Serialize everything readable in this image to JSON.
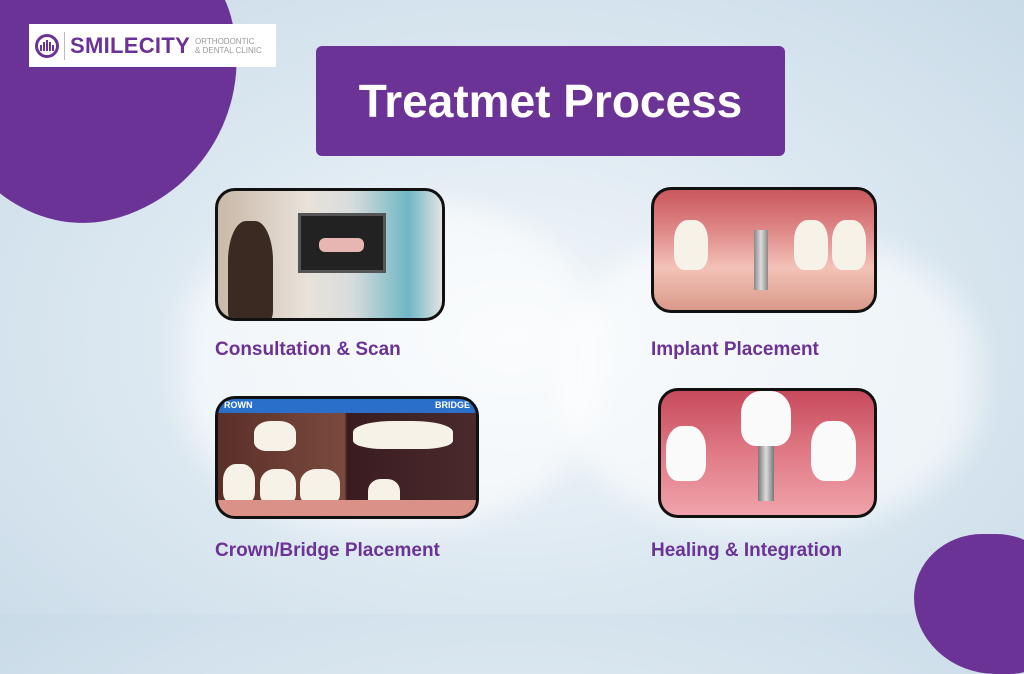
{
  "logo": {
    "name": "SMILECITY",
    "subtitle_line1": "ORTHODONTIC",
    "subtitle_line2": "& DENTAL CLINIC"
  },
  "title": "Treatmet Process",
  "steps": [
    {
      "label": "Consultation & Scan"
    },
    {
      "label": "Implant Placement"
    },
    {
      "label": "Crown/Bridge Placement",
      "image_text_left": "ROWN",
      "image_text_right": "BRIDGE"
    },
    {
      "label": "Healing & Integration"
    }
  ],
  "colors": {
    "accent": "#6c3396",
    "background": "#dfeaf2"
  }
}
